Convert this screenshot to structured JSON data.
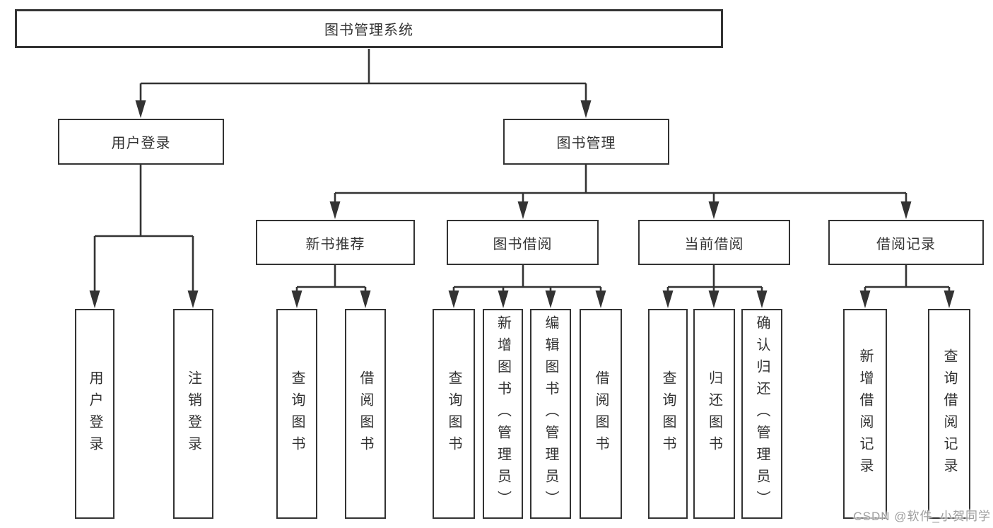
{
  "diagram": {
    "root": {
      "label": "图书管理系统"
    },
    "level1": [
      {
        "id": "user-login",
        "label": "用户登录"
      },
      {
        "id": "book-management",
        "label": "图书管理"
      }
    ],
    "level2": [
      {
        "id": "new-book-recommend",
        "label": "新书推荐"
      },
      {
        "id": "book-borrow",
        "label": "图书借阅"
      },
      {
        "id": "current-borrow",
        "label": "当前借阅"
      },
      {
        "id": "borrow-records",
        "label": "借阅记录"
      }
    ],
    "leaves": {
      "user_login": [
        "用户登录",
        "注销登录"
      ],
      "new_book_recommend": [
        "查询图书",
        "借阅图书"
      ],
      "book_borrow": [
        "查询图书",
        "新增图书（管理员）",
        "编辑图书（管理员）",
        "借阅图书"
      ],
      "current_borrow": [
        "查询图书",
        "归还图书",
        "确认归还（管理员）"
      ],
      "borrow_records": [
        "新增借阅记录",
        "查询借阅记录"
      ]
    }
  },
  "watermark": {
    "text": "CSDN @软件_小贺同学"
  },
  "colors": {
    "line": "#333333",
    "box_border": "#333333",
    "text": "#333333",
    "background": "#ffffff",
    "watermark": "#9e9e9e"
  }
}
